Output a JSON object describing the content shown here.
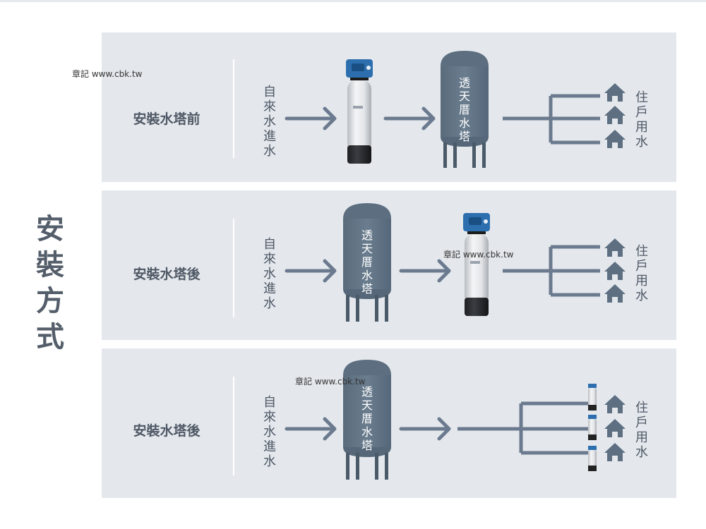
{
  "side_title": [
    "安",
    "裝",
    "方",
    "式"
  ],
  "watermark": "章記 www.cbk.tw",
  "colors": {
    "panel_bg": "#e4e8ed",
    "flow": "#6b7a8e",
    "tank": "#5f7283",
    "text": "#4f5865"
  },
  "rows": [
    {
      "label": "安裝水塔前",
      "source": [
        "自",
        "來",
        "水",
        "進",
        "水"
      ],
      "tank": [
        "透",
        "天",
        "厝",
        "水",
        "塔"
      ],
      "dest": [
        "住",
        "戶",
        "用",
        "水"
      ],
      "sequence": [
        "filter-unit",
        "water-tower",
        "household-pipes"
      ]
    },
    {
      "label": "安裝水塔後",
      "source": [
        "自",
        "來",
        "水",
        "進",
        "水"
      ],
      "tank": [
        "透",
        "天",
        "厝",
        "水",
        "塔"
      ],
      "dest": [
        "住",
        "戶",
        "用",
        "水"
      ],
      "sequence": [
        "water-tower",
        "filter-unit",
        "household-pipes"
      ]
    },
    {
      "label": "安裝水塔後",
      "source": [
        "自",
        "來",
        "水",
        "進",
        "水"
      ],
      "tank": [
        "透",
        "天",
        "厝",
        "水",
        "塔"
      ],
      "dest": [
        "住",
        "戶",
        "用",
        "水"
      ],
      "sequence": [
        "water-tower",
        "household-pipes",
        "point-of-use-filters"
      ]
    }
  ]
}
